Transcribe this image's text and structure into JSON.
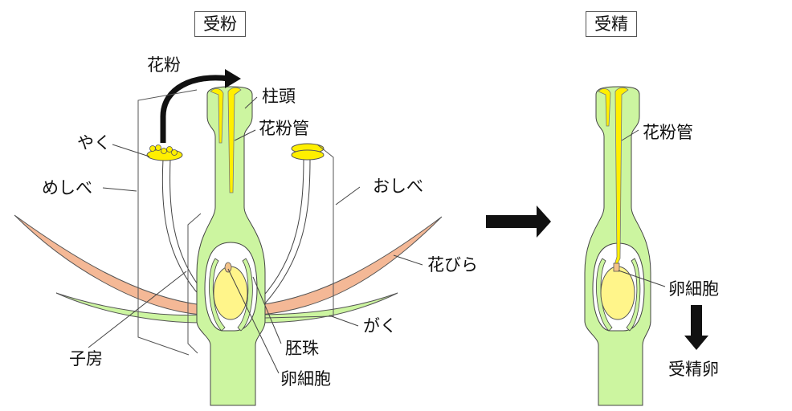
{
  "titles": {
    "pollination": "受粉",
    "fertilization": "受精"
  },
  "left_labels": {
    "pollen": "花粉",
    "stigma": "柱頭",
    "pollen_tube": "花粉管",
    "anther": "やく",
    "pistil": "めしべ",
    "stamen": "おしべ",
    "petal": "花びら",
    "sepal": "がく",
    "ovary": "子房",
    "ovule": "胚珠",
    "egg_cell": "卵細胞"
  },
  "right_labels": {
    "pollen_tube": "花粉管",
    "egg_cell": "卵細胞",
    "fertilized_egg": "受精卵"
  },
  "colors": {
    "tissue_green": "#ccf5a0",
    "pollen_yellow": "#ffef00",
    "ovule_yellow": "#fff58a",
    "petal_salmon": "#f4b896",
    "arrow_black": "#111111",
    "outline": "#444444"
  }
}
